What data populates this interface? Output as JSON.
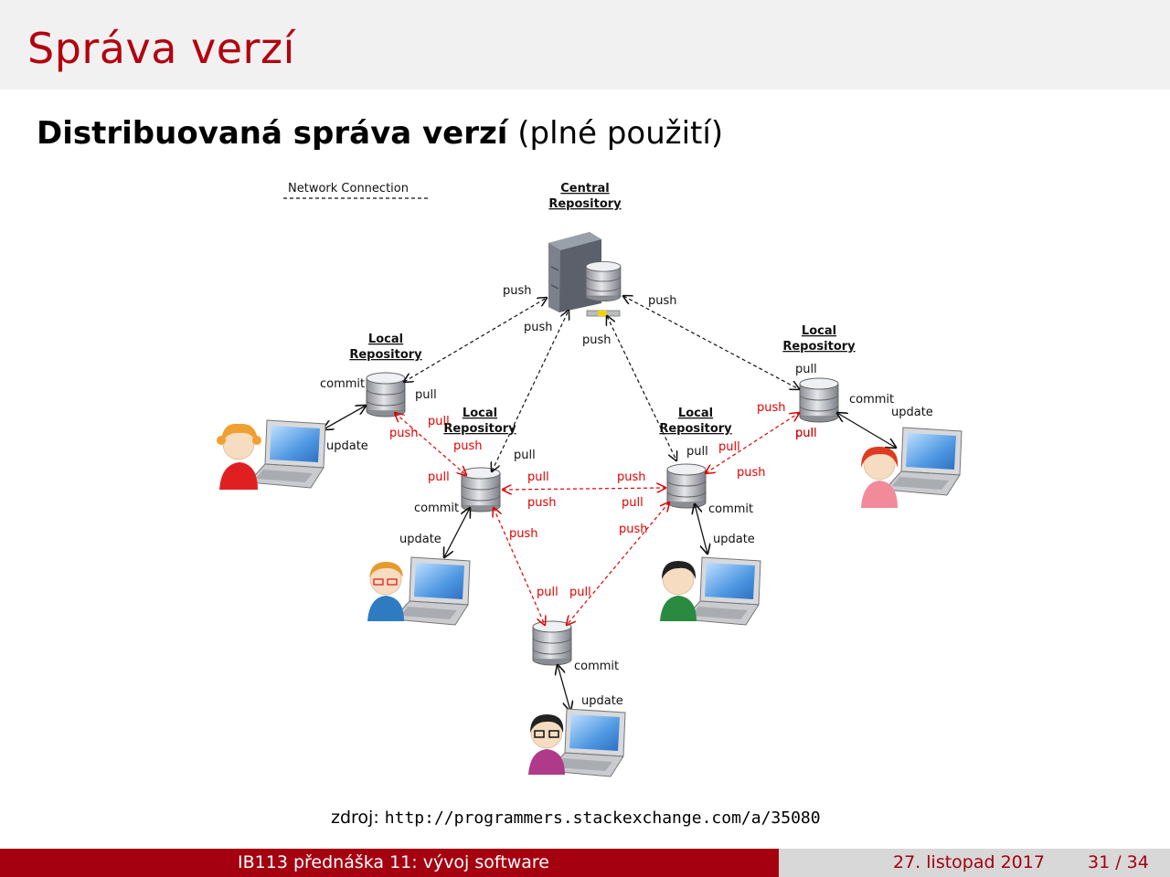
{
  "slide": {
    "title": "Správa verzí",
    "subtitle_bold": "Distribuovaná správa verzí",
    "subtitle_rest": " (plné použití)"
  },
  "diagram": {
    "legend": "Network Connection",
    "central_repo": [
      "Central",
      "Repository"
    ],
    "local_repo": [
      "Local",
      "Repository"
    ],
    "labels": {
      "push": "push",
      "pull": "pull",
      "commit": "commit",
      "update": "update"
    },
    "colors": {
      "network": "#111111",
      "p2p": "#e00000",
      "server": "#707580",
      "laptop_screen": "#5aa0e6"
    }
  },
  "source": {
    "prefix": "zdroj: ",
    "url": "http://programmers.stackexchange.com/a/35080"
  },
  "footer": {
    "course": "IB113 přednáška 11: vývoj software",
    "date": "27. listopad 2017",
    "page": "31 / 34"
  }
}
